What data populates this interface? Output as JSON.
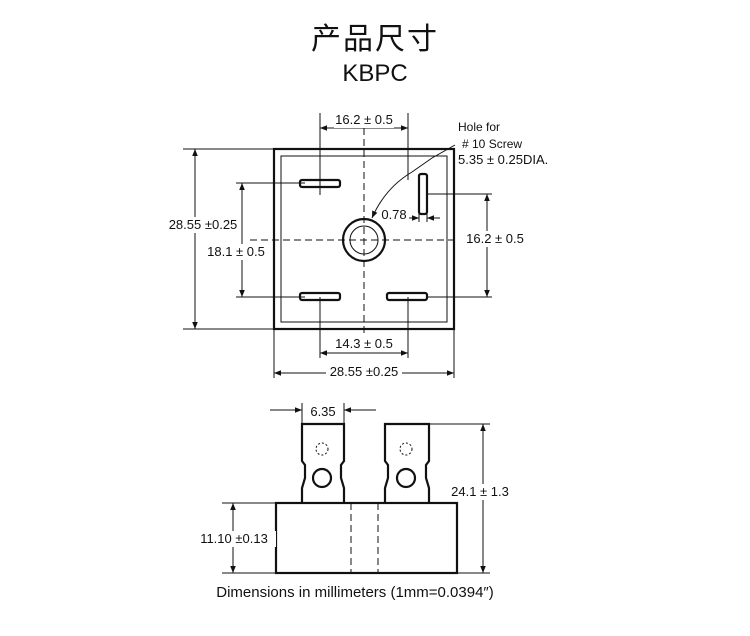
{
  "title": "产品尺寸",
  "subtitle": "KBPC",
  "footer": "Dimensions in millimeters (1mm=0.0394″)",
  "top_view": {
    "width_inner": "16.2 ± 0.5",
    "hole_note_line1": "Hole for",
    "hole_note_line2": "# 10 Screw",
    "hole_note_line3": "5.35 ± 0.25DIA.",
    "height_outer": "28.55 ±0.25",
    "height_inner": "18.1 ± 0.5",
    "pin_width": "0.78",
    "height_right": "16.2 ± 0.5",
    "pin_spacing": "14.3 ± 0.5",
    "width_outer": "28.55 ±0.25"
  },
  "side_view": {
    "terminal_width": "6.35",
    "total_height": "24.1 ± 1.3",
    "body_height": "11.10 ±0.13"
  }
}
